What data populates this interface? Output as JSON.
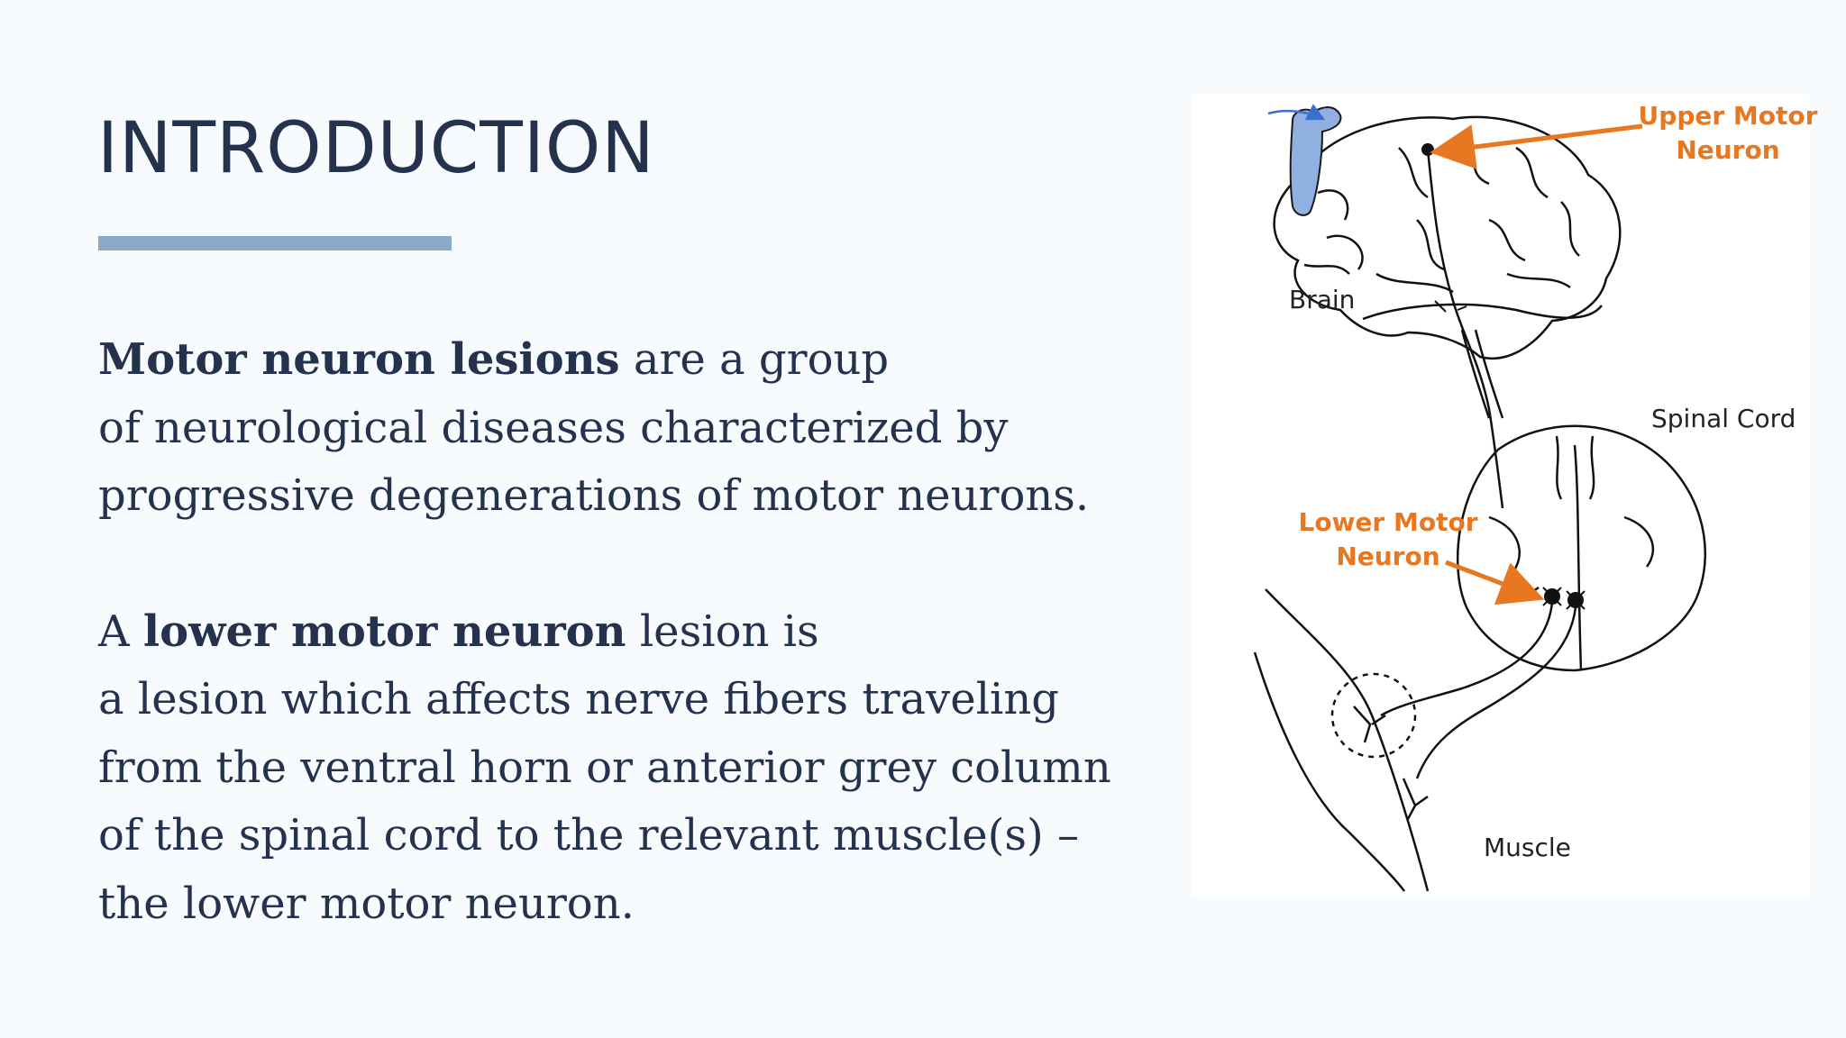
{
  "slide": {
    "title": "INTRODUCTION",
    "paragraph1": {
      "bold": "Motor neuron lesions",
      "line1_rest": " are a group",
      "line2": "of neurological diseases characterized by",
      "line3": "progressive degenerations of motor neurons."
    },
    "paragraph2": {
      "lead": "A ",
      "bold": "lower motor neuron",
      "line1_rest": " lesion is",
      "line2": "a lesion which affects nerve fibers traveling",
      "line3": "from the ventral horn or anterior grey column",
      "line4": "of the spinal cord to the relevant muscle(s) –",
      "line5": "the lower motor neuron."
    }
  },
  "figure": {
    "upper_motor_neuron_line1": "Upper Motor",
    "upper_motor_neuron_line2": "Neuron",
    "brain": "Brain",
    "spinal_cord": "Spinal Cord",
    "lower_motor_neuron_line1": "Lower Motor",
    "lower_motor_neuron_line2": "Neuron",
    "muscle": "Muscle",
    "colors": {
      "label_accent": "#e87722",
      "motor_cortex": "#8fb0e0",
      "title": "#25324d",
      "rule": "#8aa9c7"
    }
  }
}
